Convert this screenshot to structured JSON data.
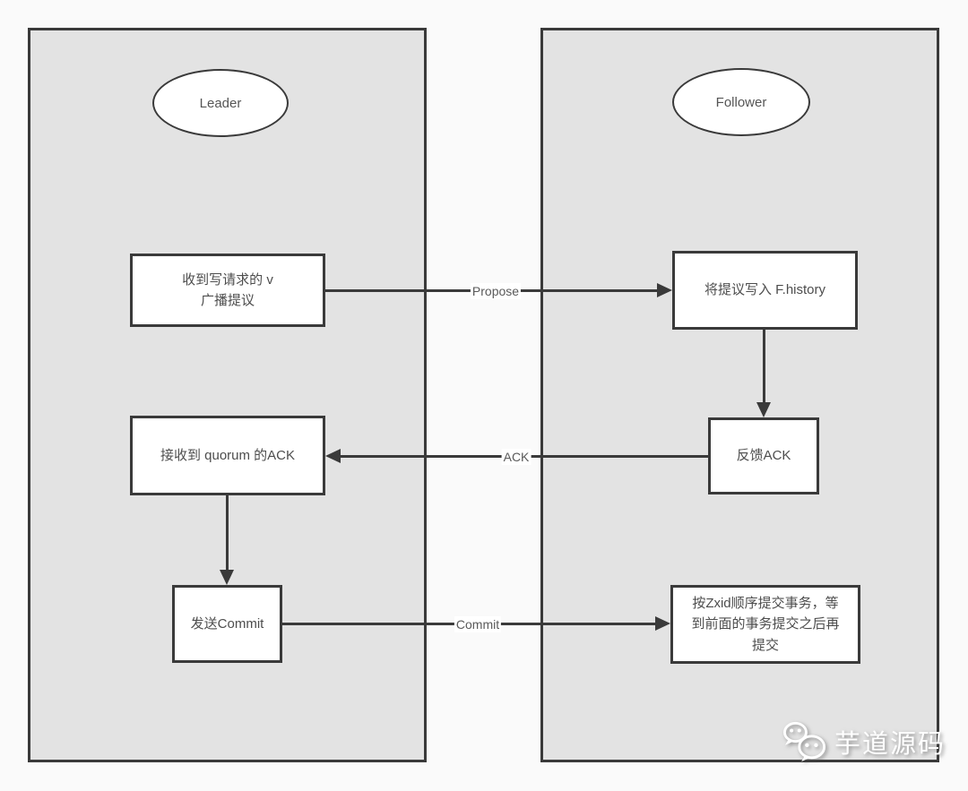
{
  "lanes": {
    "leader": {
      "title": "Leader"
    },
    "follower": {
      "title": "Follower"
    }
  },
  "nodes": {
    "receive_write": {
      "text": "收到写请求的 v\n广播提议"
    },
    "write_history": {
      "text": "将提议写入 F.history"
    },
    "receive_quorum_ack": {
      "text": "接收到 quorum 的ACK"
    },
    "feedback_ack": {
      "text": "反馈ACK"
    },
    "send_commit": {
      "text": "发送Commit"
    },
    "commit_by_zxid": {
      "text": "按Zxid顺序提交事务，等\n到前面的事务提交之后再\n提交"
    }
  },
  "edges": {
    "propose": {
      "label": "Propose"
    },
    "ack": {
      "label": "ACK"
    },
    "commit": {
      "label": "Commit"
    }
  },
  "watermark": {
    "text": "芋道源码",
    "icon": "wechat-icon"
  },
  "colors": {
    "page_bg": "#fafafa",
    "lane_fill": "#e3e3e3",
    "border": "#3a3a3a",
    "node_fill": "#ffffff",
    "node_text": "#4d4d4d",
    "watermark_text": "#ffffff"
  }
}
